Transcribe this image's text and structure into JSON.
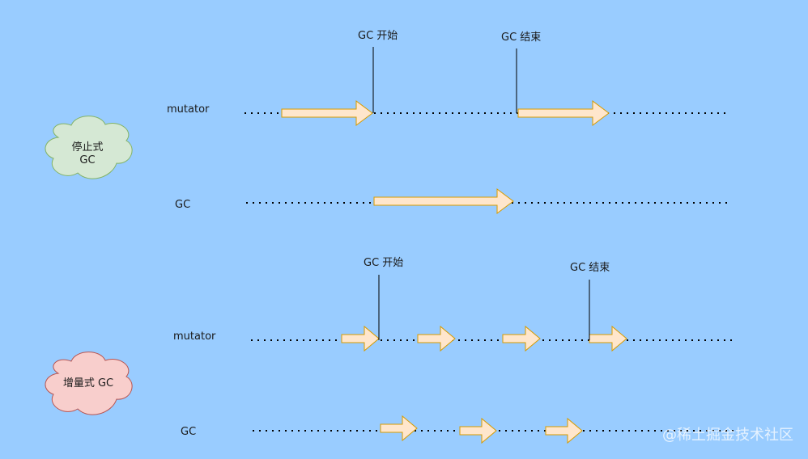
{
  "colors": {
    "background": "#99CCFF",
    "arrow_fill": "#FFE6CC",
    "arrow_stroke": "#D79B00",
    "cloud_stop_fill": "#D5E8D4",
    "cloud_stop_stroke": "#82B366",
    "cloud_incr_fill": "#F8CECC",
    "cloud_incr_stroke": "#B85450"
  },
  "stop_the_world": {
    "cloud_label_line1": "停止式",
    "cloud_label_line2": "GC",
    "mutator_label": "mutator",
    "gc_label": "GC",
    "gc_start_label": "GC 开始",
    "gc_end_label": "GC 结束"
  },
  "incremental": {
    "cloud_label": "增量式 GC",
    "mutator_label": "mutator",
    "gc_label": "GC",
    "gc_start_label": "GC 开始",
    "gc_end_label": "GC 结束"
  },
  "watermark": "@稀土掘金技术社区"
}
